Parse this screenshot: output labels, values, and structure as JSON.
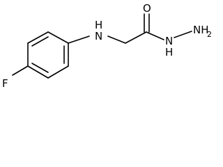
{
  "molecule": {
    "atom_labels": {
      "fluorine": "F",
      "amine_nh": "H",
      "amine_n": "N",
      "carbonyl_o": "O",
      "hydrazide_n1": "N",
      "hydrazide_h": "H",
      "hydrazide_n2": "NH",
      "hydrazide_h2_subscript": "2"
    },
    "colors": {
      "bond": "#000000",
      "label": "#000000",
      "background": "#ffffff"
    }
  }
}
